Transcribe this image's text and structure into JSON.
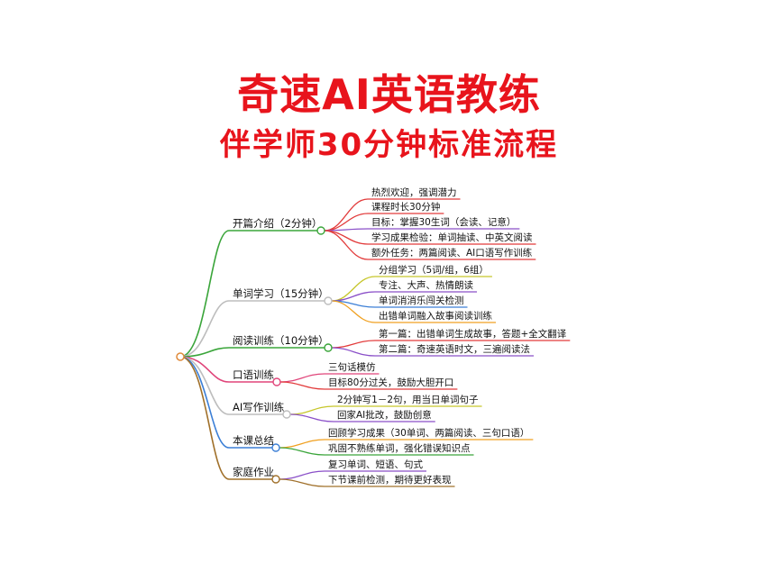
{
  "title": "奇速AI英语教练",
  "subtitle": "伴学师30分钟标准流程",
  "branches": [
    {
      "label": "开篇介绍（2分钟）",
      "color": "#3aa53a",
      "children": [
        {
          "label": "热烈欢迎，强调潜力",
          "color": "#e23b3b"
        },
        {
          "label": "课程时长30分钟",
          "color": "#e23b3b"
        },
        {
          "label": "目标：掌握30生词（会读、记意）",
          "color": "#8a4fc8"
        },
        {
          "label": "学习成果检验：单词抽读、中英文阅读",
          "color": "#e23b3b"
        },
        {
          "label": "额外任务：两篇阅读、AI口语写作训练",
          "color": "#e23b3b"
        }
      ]
    },
    {
      "label": "单词学习（15分钟）",
      "color": "#bdbdbd",
      "children": [
        {
          "label": "分组学习（5词/组，6组）",
          "color": "#c6c62a"
        },
        {
          "label": "专注、大声、热情朗读",
          "color": "#8a4fc8"
        },
        {
          "label": "单词消消乐闯关检测",
          "color": "#3c7fd6"
        },
        {
          "label": "出错单词融入故事阅读训练",
          "color": "#f0a020"
        }
      ]
    },
    {
      "label": "阅读训练（10分钟）",
      "color": "#3aa53a",
      "children": [
        {
          "label": "第一篇：出错单词生成故事，答题+全文翻译",
          "color": "#e23b3b"
        },
        {
          "label": "第二篇：奇速英语时文，三遍阅读法",
          "color": "#8a4fc8"
        }
      ]
    },
    {
      "label": "口语训练",
      "color": "#e0457a",
      "children": [
        {
          "label": "三句话模仿",
          "color": "#e0457a"
        },
        {
          "label": "目标80分过关，鼓励大胆开口",
          "color": "#e23b3b"
        }
      ]
    },
    {
      "label": "AI写作训练",
      "color": "#bdbdbd",
      "children": [
        {
          "label": "2分钟写1－2句，用当日单词句子",
          "color": "#c6c62a"
        },
        {
          "label": "回家AI批改，鼓励创意",
          "color": "#8a4fc8"
        }
      ]
    },
    {
      "label": "本课总结",
      "color": "#3c7fd6",
      "children": [
        {
          "label": "回顾学习成果（30单词、两篇阅读、三句口语）",
          "color": "#f0a020"
        },
        {
          "label": "巩固不熟练单词，强化错误知识点",
          "color": "#3aa53a"
        }
      ]
    },
    {
      "label": "家庭作业",
      "color": "#a0702a",
      "children": [
        {
          "label": "复习单词、短语、句式",
          "color": "#8a4fc8"
        },
        {
          "label": "下节课前检测，期待更好表现",
          "color": "#a0702a"
        }
      ]
    }
  ]
}
